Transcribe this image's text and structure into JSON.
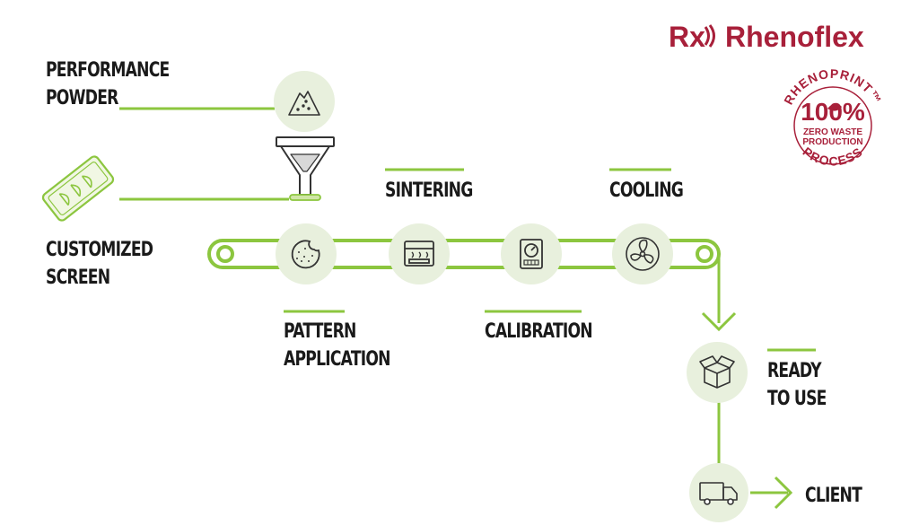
{
  "brand": {
    "mark": "Rx",
    "name": "Rhenoflex",
    "color": "#a8203a"
  },
  "badge": {
    "arc_top": "RHENOPRINT™",
    "percent": "100%",
    "line1": "ZERO WASTE",
    "line2": "PRODUCTION",
    "arc_bottom": "PROCESS",
    "color": "#a8203a"
  },
  "colors": {
    "accent": "#8cc63f",
    "circle": "#e8f0dd",
    "text": "#1a1a1a",
    "icon": "#333333"
  },
  "inputs": {
    "powder": {
      "line1": "PERFORMANCE",
      "line2": "POWDER",
      "icon": "powder-pile-icon"
    },
    "screen": {
      "line1": "CUSTOMIZED",
      "line2": "SCREEN",
      "icon": "screen-plate-icon"
    }
  },
  "funnel": {
    "icon": "funnel-icon"
  },
  "steps": [
    {
      "line1": "PATTERN",
      "line2": "APPLICATION",
      "icon": "pattern-icon"
    },
    {
      "line1": "SINTERING",
      "line2": "",
      "icon": "oven-icon"
    },
    {
      "line1": "CALIBRATION",
      "line2": "",
      "icon": "gauge-icon"
    },
    {
      "line1": "COOLING",
      "line2": "",
      "icon": "fan-icon"
    }
  ],
  "outputs": {
    "ready": {
      "line1": "READY",
      "line2": "TO USE",
      "icon": "box-icon"
    },
    "client": {
      "line1": "CLIENT",
      "icon": "truck-icon"
    }
  }
}
